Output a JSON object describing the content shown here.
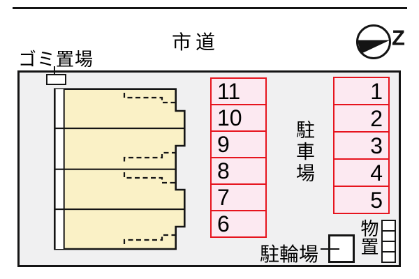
{
  "labels": {
    "road": "市道",
    "garbage": "ゴミ置場",
    "parking_area": "駐車場",
    "bicycle_parking": "駐輪場",
    "storage": "物置",
    "compass_letter": "Z"
  },
  "parking": {
    "middle_column_numbers": [
      "11",
      "10",
      "9",
      "8",
      "7",
      "6"
    ],
    "right_column_numbers": [
      "1",
      "2",
      "3",
      "4",
      "5"
    ]
  },
  "building": {
    "unit_count": 4
  },
  "storage": {
    "cell_count": 4
  },
  "colors": {
    "line": "#141414",
    "site_fill": "#f0f0f1",
    "building_fill": "#faf1c6",
    "parking_fill": "#fce9f1",
    "parking_border": "#e6141e"
  }
}
